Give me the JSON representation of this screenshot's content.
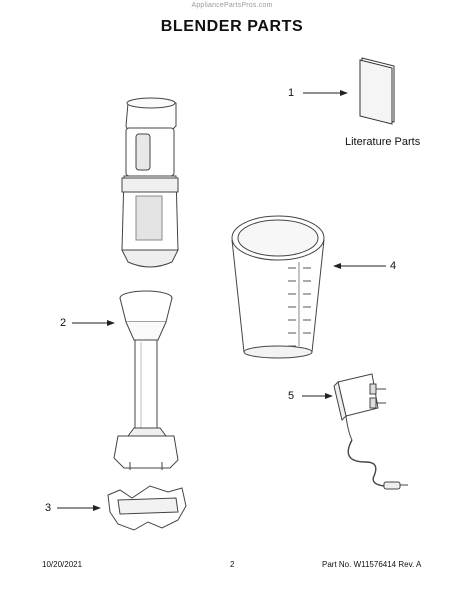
{
  "watermark": "AppliancePartsPros.com",
  "title": "BLENDER PARTS",
  "literature_label": "Literature Parts",
  "callouts": [
    "1",
    "2",
    "3",
    "4",
    "5"
  ],
  "footer": {
    "date": "10/20/2021",
    "page": "2",
    "part_number": "Part No. W11576414  Rev. A"
  }
}
